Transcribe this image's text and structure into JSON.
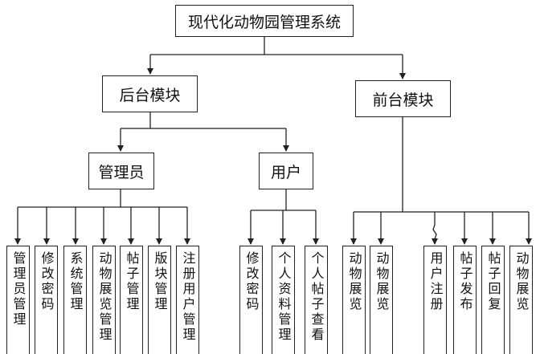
{
  "root": {
    "label": "现代化动物园管理系统"
  },
  "backend": {
    "label": "后台模块"
  },
  "frontend": {
    "label": "前台模块"
  },
  "admin": {
    "label": "管理员"
  },
  "user": {
    "label": "用户"
  },
  "admin_items": [
    "管理员管理",
    "修改密码",
    "系统管理",
    "动物展览管理",
    "帖子管理",
    "版块管理",
    "注册用户管理"
  ],
  "user_items": [
    "修改密码",
    "个人资料管理",
    "个人帖子查看"
  ],
  "front_items": [
    "动物展览",
    "动物展览",
    "用户注册",
    "帖子发布",
    "帖子回复",
    "动物展览"
  ]
}
